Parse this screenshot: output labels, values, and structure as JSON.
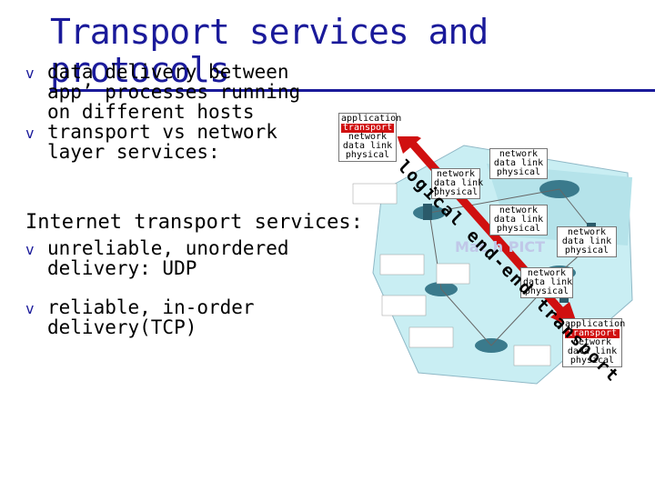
{
  "title": "Transport services and protocols",
  "bullets_top": [
    "data delivery between app’ processes running on different hosts",
    "transport vs network layer services:"
  ],
  "section_heading": "Internet transport services:",
  "bullet_udp": "unreliable, unordered delivery: UDP",
  "bullet_tcp": "reliable, in-order delivery(TCP)",
  "bullet_symbol": "v",
  "stacks": {
    "left_host": [
      "application",
      "transport",
      "network",
      "data link",
      "physical"
    ],
    "router_a": [
      "network",
      "data link",
      "physical"
    ],
    "router_b": [
      "network",
      "data link",
      "physical"
    ],
    "router_c": [
      "network",
      "data link",
      "physical"
    ],
    "router_d": [
      "network",
      "data link",
      "physical"
    ],
    "router_e": [
      "network",
      "data link",
      "physical"
    ],
    "right_host": [
      "application",
      "transport",
      "network",
      "data link",
      "physical"
    ]
  },
  "arrow_label": "logical end-end transport",
  "watermark": "Mac    h PICT",
  "colors": {
    "title": "#1a1a9a",
    "arrow": "#d01010",
    "network_bg": "#c9eef3",
    "transport_layer": "#d01010"
  }
}
